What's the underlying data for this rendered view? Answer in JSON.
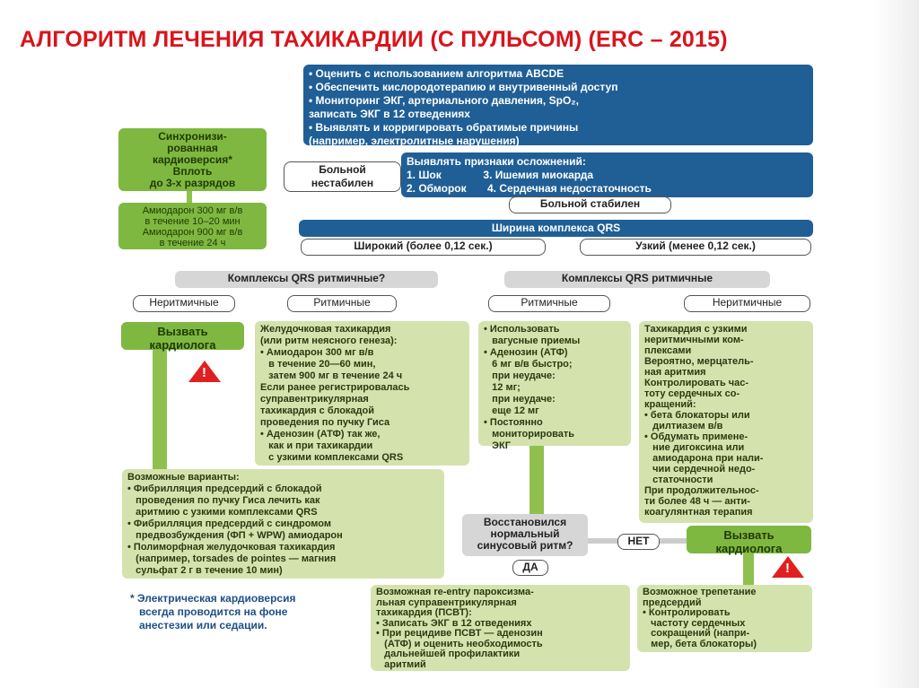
{
  "title": "АЛГОРИТМ ЛЕЧЕНИЯ ТАХИКАРДИИ (С ПУЛЬСОМ) (ERC – 2015)",
  "top_box": [
    "• Оценить с использованием алгоритма ABCDE",
    "• Обеспечить кислородотерапию и внутривенный доступ",
    "• Мониторинг ЭКГ, артериального давления, SpO₂,",
    "записать ЭКГ в 12 отведениях",
    "• Выявлять и корригировать обратимые причины",
    "(например, электролитные нарушения)"
  ],
  "signs_box": [
    "Выявлять признаки осложнений:",
    "1. Шок              3. Ишемия миокарда",
    "2. Обморок       4. Сердечная недостаточность"
  ],
  "unstable": [
    "Больной",
    "нестабилен"
  ],
  "stable": "Больной стабилен",
  "cardioversion": [
    "Синхронизи-",
    "рованная",
    "кардиоверсия*",
    "Вплоть",
    "до 3-х разрядов"
  ],
  "amiodarone": [
    "Амиодарон 300 мг в/в",
    "в течение 10–20 мин",
    "Амиодарон 900 мг в/в",
    "в течение 24 ч"
  ],
  "qrs_width": "Ширина комплекса QRS",
  "wide": "Широкий (более 0,12 сек.)",
  "narrow": "Узкий (менее 0,12 сек.)",
  "qrs_rhythm_left": "Комплексы QRS ритмичные?",
  "qrs_rhythm_right": "Комплексы QRS ритмичные",
  "irregular": "Неритмичные",
  "regular": "Ритмичные",
  "call_cardiologist": [
    "Вызвать",
    "кардиолога"
  ],
  "vt_box": [
    "Желудочковая тахикардия",
    "(или ритм неясного генеза):",
    "• Амиодарон 300 мг в/в",
    "   в течение 20—60 мин,",
    "   затем 900 мг в течение 24 ч",
    "Если ранее регистрировалась",
    "суправентрикулярная",
    "тахикардия с блокадой",
    "проведения по пучку Гиса",
    "• Аденозин (АТФ) так же,",
    "   как и при тахикардии",
    "   с узкими комплексами QRS"
  ],
  "narrow_regular_box": [
    "• Использовать",
    "   вагусные приемы",
    "• Аденозин (АТФ)",
    "   6 мг в/в быстро;",
    "   при неудаче:",
    "   12 мг;",
    "   при неудаче:",
    "   еще 12 мг",
    "• Постоянно",
    "   мониторировать",
    "   ЭКГ"
  ],
  "narrow_irregular_box": [
    "Тахикардия с узкими",
    "неритмичными ком-",
    "плексами",
    "Вероятно, мерцатель-",
    "ная аритмия",
    "Контролировать час-",
    "тоту сердечных со-",
    "кращений:",
    "• бета блокаторы или",
    "   дилтиазем в/в",
    "• Обдумать примене-",
    "   ние дигоксина или",
    "   амиодарона при нали-",
    "   чии сердечной недо-",
    "   статочности",
    "При продолжительнос-",
    "ти более 48 ч — анти-",
    "коагулянтная терапия"
  ],
  "variants_box": [
    "Возможные варианты:",
    "• Фибрилляция предсердий с блокадой",
    "   проведения по пучку Гиса лечить как",
    "   аритмию с узкими комплексами QRS",
    "• Фибрилляция предсердий с синдромом",
    "   предвозбуждения (ФП + WPW) амиодарон",
    "• Полиморфная желудочковая тахикардия",
    "   (например, torsades de pointes — магния",
    "   сульфат 2 г в течение 10 мин)"
  ],
  "restored": [
    "Восстановился",
    "нормальный",
    "синусовый ритм?"
  ],
  "no": "НЕТ",
  "yes": "ДА",
  "psvt_box": [
    "Возможная re-entry пароксизма-",
    "льная суправентрикулярная",
    "тахикардия (ПСВТ):",
    "• Записать ЭКГ в 12 отведениях",
    "• При рецидиве ПСВТ — аденозин",
    "   (АТФ) и оценить необходимость",
    "   дальнейшей профилактики",
    "   аритмий"
  ],
  "flutter_box": [
    "Возможное трепетание",
    "предсердий",
    "• Контролировать",
    "   частоту сердечных",
    "   сокращений (напри-",
    "   мер, бета блокаторы)"
  ],
  "footnote": [
    "* Электрическая кардиоверсия",
    "   всегда проводится на фоне",
    "   анестезии или седации."
  ],
  "colors": {
    "title": "#d9141c",
    "blue": "#1f5f96",
    "light_green": "#d4e3ae",
    "dark_green": "#7fb840",
    "gray": "#d6d6d6",
    "warning": "#e02020"
  },
  "icons": [
    "warning-triangle-icon"
  ]
}
